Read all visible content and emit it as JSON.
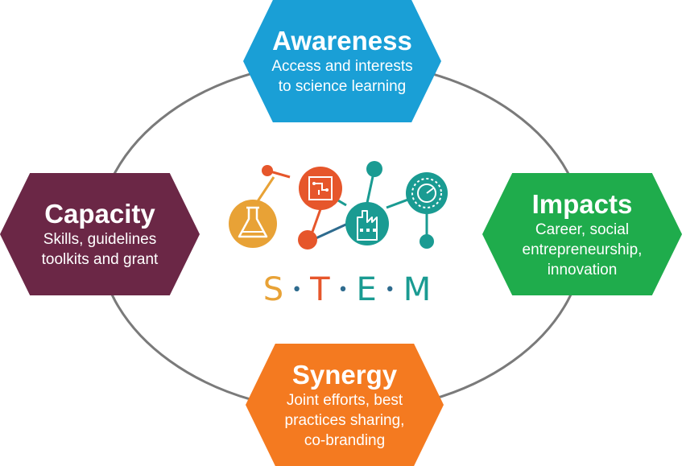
{
  "colors": {
    "ring": "#7a7a7a",
    "awareness": "#1a9fd6",
    "capacity": "#6b2746",
    "impacts": "#1fac4c",
    "synergy": "#f47a20",
    "stem_s": "#e8a236",
    "stem_t": "#e6562b",
    "stem_e": "#1a9b92",
    "stem_m": "#1a9b92",
    "stem_dot": "#2e6b8e"
  },
  "nodes": [
    {
      "id": "awareness",
      "title": "Awareness",
      "lines": [
        "Access and interests",
        "to science learning"
      ]
    },
    {
      "id": "capacity",
      "title": "Capacity",
      "lines": [
        "Skills, guidelines",
        "toolkits and grant"
      ]
    },
    {
      "id": "impacts",
      "title": "Impacts",
      "lines": [
        "Career, social",
        "entrepreneurship,",
        "innovation"
      ]
    },
    {
      "id": "synergy",
      "title": "Synergy",
      "lines": [
        "Joint efforts, best",
        "practices sharing,",
        "co-branding"
      ]
    }
  ],
  "logo": {
    "letters": [
      "S",
      "T",
      "E",
      "M"
    ],
    "separator": "•",
    "icons": [
      "flask-icon",
      "circuit-icon",
      "factory-icon",
      "gauge-icon"
    ]
  }
}
